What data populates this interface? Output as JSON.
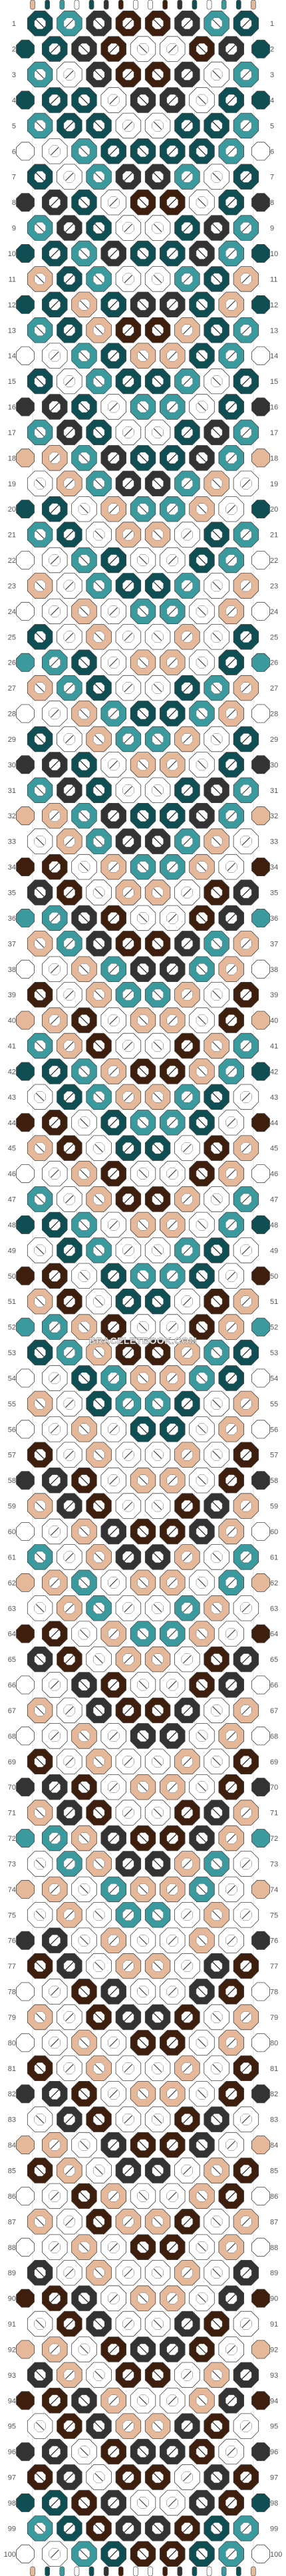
{
  "pattern": {
    "rows": 100,
    "strings": 16,
    "row_numbers": [
      "1",
      "2",
      "3",
      "4",
      "5",
      "6",
      "7",
      "8",
      "9",
      "10",
      "11",
      "12",
      "13",
      "14",
      "15",
      "16",
      "17",
      "18",
      "19",
      "20",
      "21",
      "22",
      "23",
      "24",
      "25",
      "26",
      "27",
      "28",
      "29",
      "30",
      "31",
      "32",
      "33",
      "34",
      "35",
      "36",
      "37",
      "38",
      "39",
      "40",
      "41",
      "42",
      "43",
      "44",
      "45",
      "46",
      "47",
      "48",
      "49",
      "50",
      "51",
      "52",
      "53",
      "54",
      "55",
      "56",
      "57",
      "58",
      "59",
      "60",
      "61",
      "62",
      "63",
      "64",
      "65",
      "66",
      "67",
      "68",
      "69",
      "70",
      "71",
      "72",
      "73",
      "74",
      "75",
      "76",
      "77",
      "78",
      "79",
      "80",
      "81",
      "82",
      "83",
      "84",
      "85",
      "86",
      "87",
      "88",
      "89",
      "90",
      "91",
      "92",
      "93",
      "94",
      "95",
      "96",
      "97",
      "98",
      "99",
      "100"
    ],
    "watermark": "BRACELETBOOK.COM",
    "colors": {
      "teal_dark": "#0f4f53",
      "teal_light": "#3a9a9e",
      "charcoal": "#333333",
      "brown": "#3e1f0d",
      "tan": "#e5b89a",
      "white": "#ffffff"
    },
    "string_colors": [
      "tan",
      "teal_dark",
      "teal_light",
      "white",
      "teal_dark",
      "charcoal",
      "brown",
      "white",
      "white",
      "brown",
      "charcoal",
      "teal_dark",
      "white",
      "teal_light",
      "teal_dark",
      "tan"
    ],
    "knot_rows": [
      "DLCBBCLD",
      "DCBWWBCD",
      "LWCBBCWL",
      "DDWCCWDD",
      "LDDWWDDL",
      "WLDDDDLW",
      "DWLCCLWD",
      "CDWBBWDC",
      "LCDWWDCL",
      "DLCDDCLD",
      "TDLWWLDT",
      "DTDCCDTD",
      "LDTBBTDL",
      "WLDTTDLW",
      "DWLDDLWD",
      "CDWLLWDC",
      "LCDWWDCL",
      "TLCDDCLT",
      "WTLCCLTW",
      "DWTLLTWD",
      "LDWTTWDL",
      "WLDWWDLW",
      "TWLDDLWT",
      "WTWLLWTW",
      "DWTWWTWD",
      "LDWTTWDL",
      "TLDWWDLT",
      "WTLDDLTW",
      "DWTLLTWD",
      "CDWTTWDC",
      "LCDWWDCL",
      "TLCDDCLT",
      "WTLCCLTW",
      "BWTLLTWB",
      "CBWTTWBC",
      "LCBWWBCL",
      "TLCBBCLT",
      "WTLCCLTW",
      "BWTLLTWB",
      "TBWTTWBT",
      "LTBWWBTL",
      "DLTBBTLD",
      "WDLTTLDW",
      "BWDLLDWB",
      "TBWDDWBT",
      "WTBWWBTW",
      "LWTBBTWL",
      "DLWTTWLD",
      "WDLWWLDW",
      "BWDLLDWB",
      "TBWDDWBT",
      "LTBWWBTL",
      "DLTBBTLD",
      "WDLTTLDW",
      "TWDLLDWT",
      "WTWDDWTW",
      "BWTWWTWB",
      "CBWTTWBC",
      "TCBWWBCT",
      "WTCBBCTW",
      "LWTCCTWL",
      "TLWTTWLT",
      "WTLWWLTW",
      "BWTLLTWB",
      "CBWTTWBC",
      "WCBWWBCW",
      "TWCBBCWT",
      "WTWCCWTW",
      "BWTWWTWB",
      "CBWTTWBC",
      "TCBWWBCT",
      "LTCBBCTL",
      "WLTCCTLW",
      "TWLTTLWT",
      "WTWLLWTW",
      "CWTWWTWC",
      "BCWTTWCB",
      "WBCWWCBW",
      "TWBCCBWT",
      "WTWBBWTW",
      "BWTWWTWB",
      "CBWTTWBC",
      "WCBWWBCW",
      "TWCBBCWT",
      "BTWCCWTB",
      "WBTWWTBW",
      "TWBTTBWT",
      "WTWBBWTW",
      "CWTWWTWC",
      "BCWTTWCB",
      "WBCWWCBW",
      "TWBCCBWT",
      "CTWBBWTC",
      "BCTWWTCB",
      "WBCTTCBW",
      "CWBCCBWC",
      "BCWBBWCB",
      "DBCWWCBD",
      "LDBCCBDL",
      "WLDBBDLW"
    ]
  }
}
